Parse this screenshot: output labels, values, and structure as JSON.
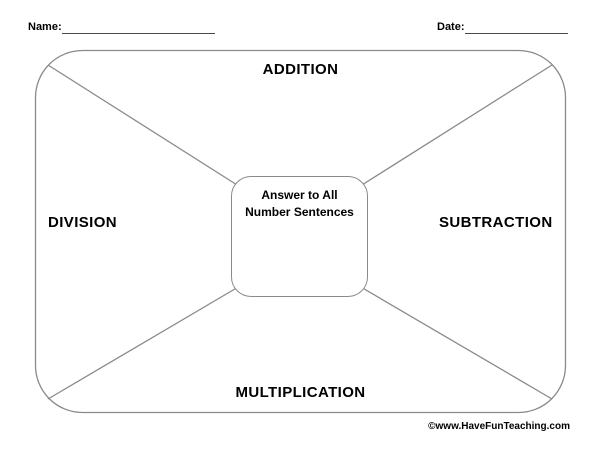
{
  "header": {
    "name_label": "Name:",
    "date_label": "Date:"
  },
  "organizer": {
    "center_box": {
      "line1": "Answer to All",
      "line2": "Number Sentences"
    },
    "regions": {
      "top": "ADDITION",
      "right": "SUBTRACTION",
      "bottom": "MULTIPLICATION",
      "left": "DIVISION"
    }
  },
  "footer": {
    "credit": "©www.HaveFunTeaching.com"
  },
  "colors": {
    "line": "#8a8a8a",
    "text": "#000000",
    "background": "#ffffff",
    "rule": "#4a4a4a"
  }
}
